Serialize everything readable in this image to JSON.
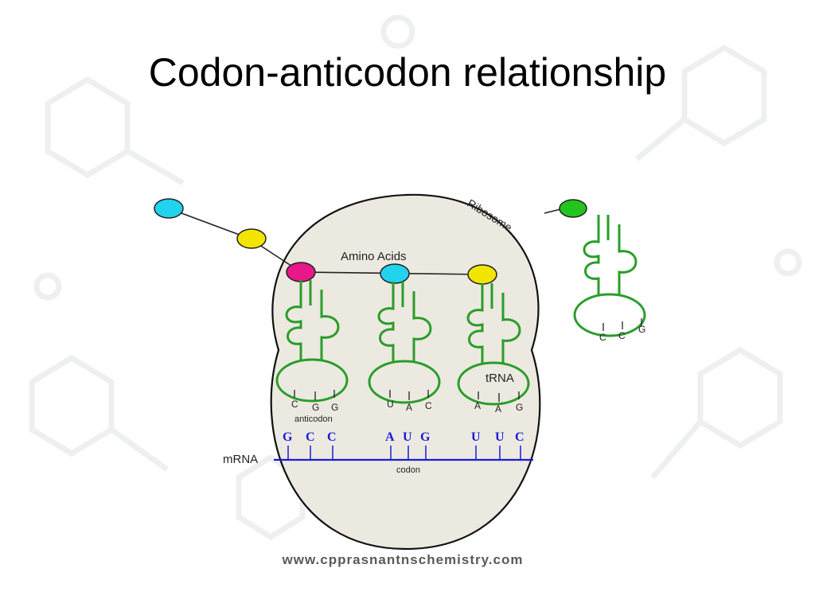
{
  "slide": {
    "title": "Codon-anticodon relationship",
    "watermark": "www.cpprasnantnschemistry.com"
  },
  "diagram": {
    "ribosome_label": "Ribosome",
    "amino_acids_label": "Amino Acids",
    "trna_label": "tRNA",
    "anticodon_label": "anticodon",
    "codon_label": "codon",
    "mrna_label": "mRNA",
    "anticodons": [
      [
        "C",
        "G",
        "G"
      ],
      [
        "U",
        "A",
        "C"
      ],
      [
        "A",
        "A",
        "G"
      ],
      [
        "C",
        "C",
        "G"
      ]
    ],
    "codons": [
      [
        "G",
        "C",
        "C"
      ],
      [
        "A",
        "U",
        "G"
      ],
      [
        "U",
        "U",
        "C"
      ]
    ],
    "colors": {
      "cyan": "#22d3ee",
      "yellow": "#f2e600",
      "magenta": "#e8178a",
      "green": "#22c51e",
      "trna": "#2a9d2a",
      "mrna": "#1a1adc",
      "ribosome_fill": "#ece9e0"
    }
  }
}
